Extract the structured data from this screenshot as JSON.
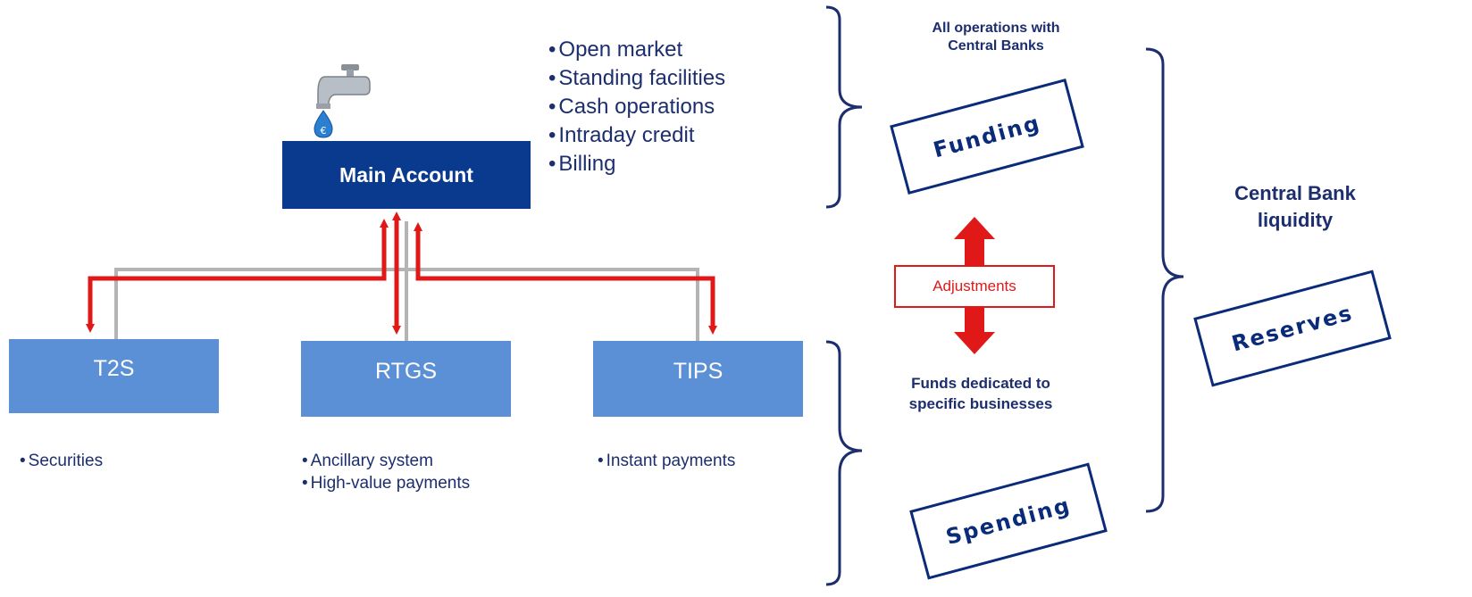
{
  "main_account": {
    "label": "Main Account"
  },
  "systems": [
    {
      "name": "T2S",
      "uses": [
        "Securities"
      ]
    },
    {
      "name": "RTGS",
      "uses": [
        "Ancillary system",
        "High-value payments"
      ]
    },
    {
      "name": "TIPS",
      "uses": [
        "Instant payments"
      ]
    }
  ],
  "operations": [
    "Open market",
    "Standing facilities",
    "Cash operations",
    "Intraday credit",
    "Billing"
  ],
  "labels": {
    "all_operations": "All operations with\nCentral Banks",
    "funds_dedicated": "Funds dedicated to\nspecific businesses",
    "central_bank_liquidity": "Central Bank\nliquidity",
    "adjustments": "Adjustments"
  },
  "stamps": {
    "funding": "Funding",
    "spending": "Spending",
    "reserves": "Reserves"
  },
  "icons": {
    "tap": "tap-with-euro-drop-icon"
  },
  "colors": {
    "main_account": "#0a3a8e",
    "system_box": "#5b8fd6",
    "arrow": "#e01818",
    "connector": "#b4b4b4",
    "text": "#1c2e6e"
  }
}
